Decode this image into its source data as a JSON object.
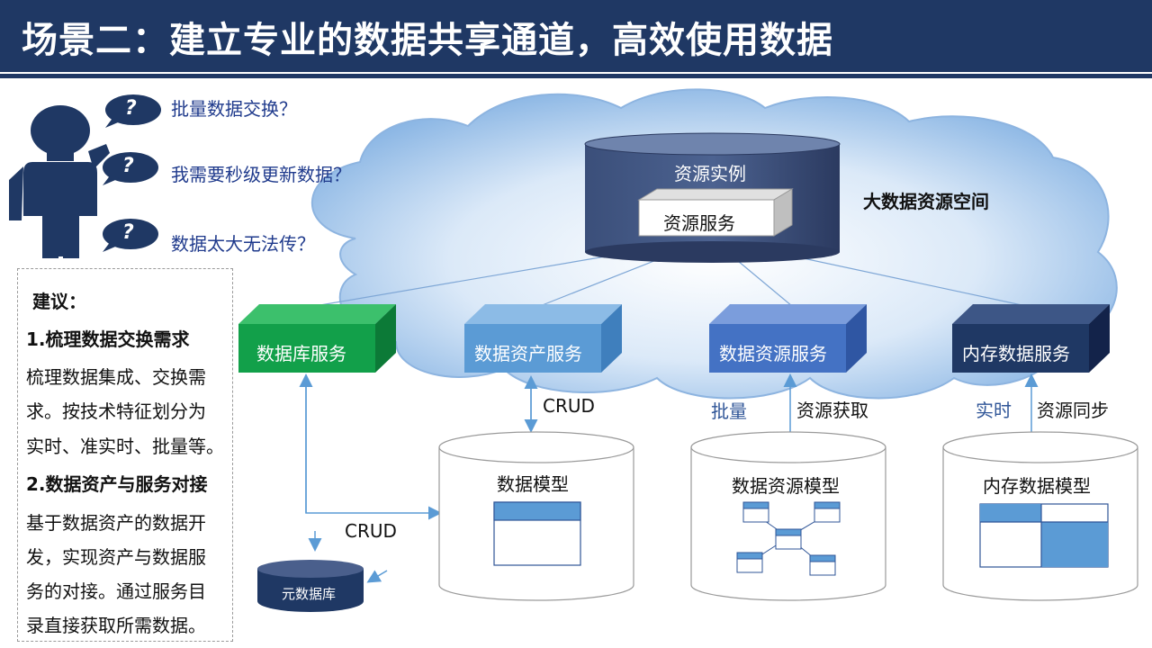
{
  "header": {
    "title": "场景二：建立专业的数据共享通道，高效使用数据"
  },
  "questions": [
    {
      "text": "批量数据交换？"
    },
    {
      "text": "我需要秒级更新数据？"
    },
    {
      "text": "数据太大无法传？"
    }
  ],
  "bubble_glyph": "?",
  "suggestion": {
    "title": "建议：",
    "item1_title": "1.梳理数据交换需求",
    "item1_lines": [
      "梳理数据集成、交换需",
      "求。按技术特征划分为",
      "实时、准实时、批量等。"
    ],
    "item2_title": "2.数据资产与服务对接",
    "item2_lines": [
      "基于数据资产的数据开",
      "发，实现资产与数据服",
      "务的对接。通过服务目",
      "录直接获取所需数据。"
    ]
  },
  "cloud": {
    "label": "大数据资源空间",
    "resource_instance": "资源实例",
    "resource_service": "资源服务"
  },
  "services": [
    {
      "label": "数据库服务",
      "color": "#12a04a"
    },
    {
      "label": "数据资产服务",
      "color": "#5b9bd5"
    },
    {
      "label": "数据资源服务",
      "color": "#4472c4"
    },
    {
      "label": "内存数据服务",
      "color": "#1f3864"
    }
  ],
  "connectors": {
    "crud_top": "CRUD",
    "crud_bottom": "CRUD",
    "batch": "批量",
    "resource_fetch": "资源获取",
    "realtime": "实时",
    "resource_sync": "资源同步"
  },
  "cylinders": {
    "data_model": "数据模型",
    "data_resource_model": "数据资源模型",
    "memory_data_model": "内存数据模型",
    "meta_db": "元数据库"
  },
  "colors": {
    "header": "#1f3864",
    "accent_blue": "#2f5597",
    "cloud_fill": "#bcd7f2",
    "db_dark": "#1f3864"
  }
}
